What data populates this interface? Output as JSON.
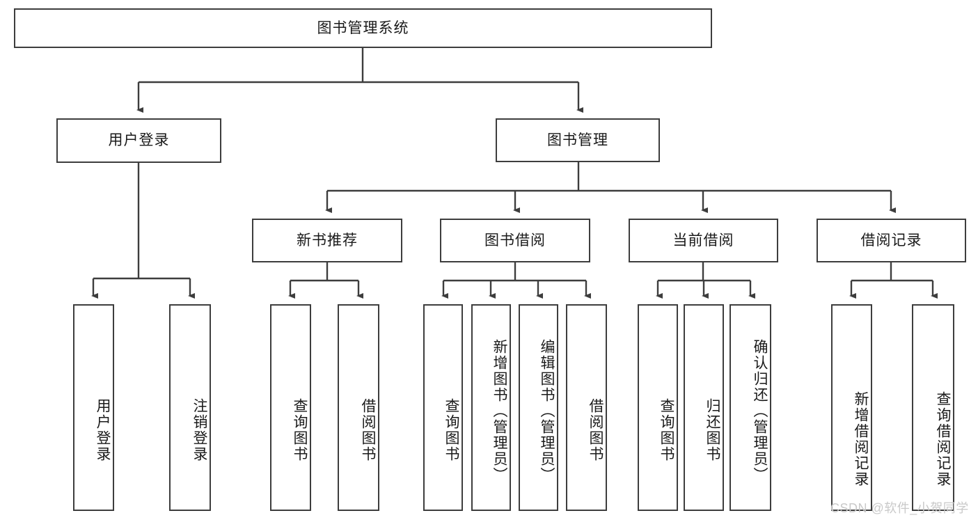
{
  "diagram": {
    "title_node": {
      "label": "图书管理系统"
    },
    "level1": [
      {
        "label": "用户登录"
      },
      {
        "label": "图书管理"
      }
    ],
    "level2": [
      {
        "label": "新书推荐"
      },
      {
        "label": "图书借阅"
      },
      {
        "label": "当前借阅"
      },
      {
        "label": "借阅记录"
      }
    ],
    "leaves": {
      "user_login": [
        {
          "label": "用户登录"
        },
        {
          "label": "注销登录"
        }
      ],
      "new_book_recommend": [
        {
          "label": "查询图书"
        },
        {
          "label": "借阅图书"
        }
      ],
      "book_borrow": [
        {
          "label": "查询图书"
        },
        {
          "label": "新增图书（管理员）"
        },
        {
          "label": "编辑图书（管理员）"
        },
        {
          "label": "借阅图书"
        }
      ],
      "current_borrow": [
        {
          "label": "查询图书"
        },
        {
          "label": "归还图书"
        },
        {
          "label": "确认归还（管理员）"
        }
      ],
      "borrow_record": [
        {
          "label": "新增借阅记录"
        },
        {
          "label": "查询借阅记录"
        }
      ]
    }
  },
  "watermark": {
    "text": "CSDN @软件_小贺同学"
  },
  "colors": {
    "stroke": "#3d3d3d",
    "background": "#ffffff",
    "text": "#1a1a1a",
    "watermark": "#c9c9c9"
  }
}
